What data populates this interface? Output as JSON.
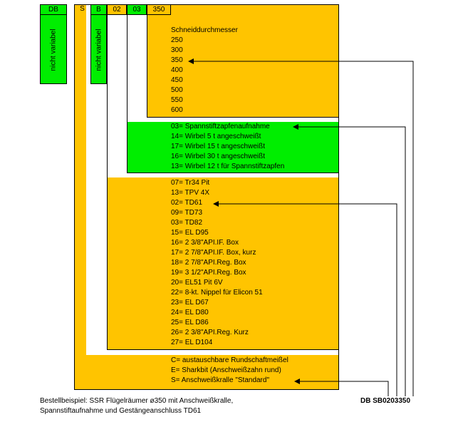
{
  "header": {
    "db": "DB",
    "s": "S",
    "b": "B",
    "c02": "02",
    "c03": "03",
    "c350": "350"
  },
  "vertical_labels": {
    "db": "nicht variabel",
    "b": "nicht variabel"
  },
  "cutting_diameter": {
    "title": "Schneiddurchmesser",
    "items": [
      "250",
      "300",
      "350",
      "400",
      "450",
      "500",
      "550",
      "600"
    ]
  },
  "pin_section": {
    "items": [
      "03= Spannstiftzapfenaufnahme",
      "14=  Wirbel 5 t angeschweißt",
      "17= Wirbel 15 t angeschweißt",
      "16= Wirbel 30 t angeschweißt",
      "13= Wirbel 12 t für Spannstiftzapfen"
    ]
  },
  "connection_section": {
    "items": [
      "07= Tr34 Pit",
      "13= TPV 4X",
      "02= TD61",
      "09= TD73",
      "03= TD82",
      "15= EL D95",
      "16= 2 3/8\"API.IF. Box",
      "17= 2 7/8\"API.IF. Box, kurz",
      "18= 2 7/8\"API.Reg. Box",
      "19= 3 1/2\"API.Reg. Box",
      "20= EL51 Pit 6V",
      "22= 8-kt. Nippel für Elicon 51",
      "23= EL D67",
      "24= EL D80",
      "25= EL D86",
      "26= 2 3/8\"API.Reg. Kurz",
      "27= EL D104"
    ]
  },
  "claw_section": {
    "items": [
      "C= austauschbare Rundschaftmeißel",
      "E= Sharkbit (Anschweißzahn rund)",
      "S= Anschweißkralle \"Standard\""
    ]
  },
  "example": {
    "line1": "Bestellbeispiel: SSR Flügelräumer ø350 mit Anschweißkralle,",
    "line2": "Spannstiftaufnahme und Gestängeanschluss TD61",
    "code": "DB SB0203350"
  },
  "colors": {
    "green": "#00ee00",
    "yellow": "#ffc400",
    "line": "#000000"
  }
}
